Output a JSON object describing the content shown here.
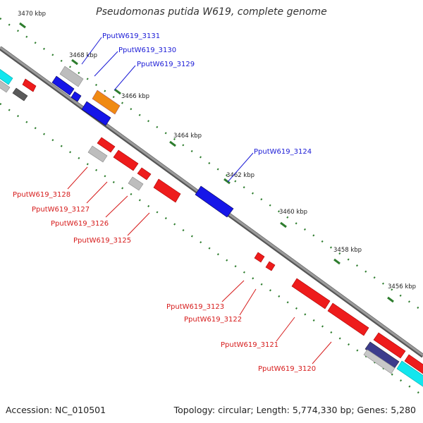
{
  "header": {
    "title": "Pseudomonas putida W619, complete genome"
  },
  "footer": {
    "accession": "Accession: NC_010501",
    "topology": "Topology: circular; Length: 5,774,330 bp; Genes: 5,280"
  },
  "ticks": [
    "3470 kbp",
    "3468 kbp",
    "3466 kbp",
    "3464 kbp",
    "3462 kbp",
    "3460 kbp",
    "3458 kbp",
    "3456 kbp"
  ],
  "gene_labels_plus": [
    "PputW619_3131",
    "PputW619_3130",
    "PputW619_3129",
    "PputW619_3124"
  ],
  "gene_labels_minus": [
    "PputW619_3128",
    "PputW619_3127",
    "PputW619_3126",
    "PputW619_3125",
    "PputW619_3123",
    "PputW619_3122",
    "PputW619_3121",
    "PputW619_3120"
  ],
  "colors": {
    "backbone": "#7f7f7f",
    "tick": "#2e7d2e",
    "label_plus": "#1a1ad6",
    "label_minus": "#d61a1a",
    "gene_red": "#ee1c1c",
    "gene_blue": "#1616e8",
    "gene_orange": "#f08a12",
    "gene_gray": "#b8b8b8",
    "gene_dark": "#5a5a5a",
    "gene_navy": "#3c3c8c",
    "gene_cyan": "#12e6ee"
  }
}
